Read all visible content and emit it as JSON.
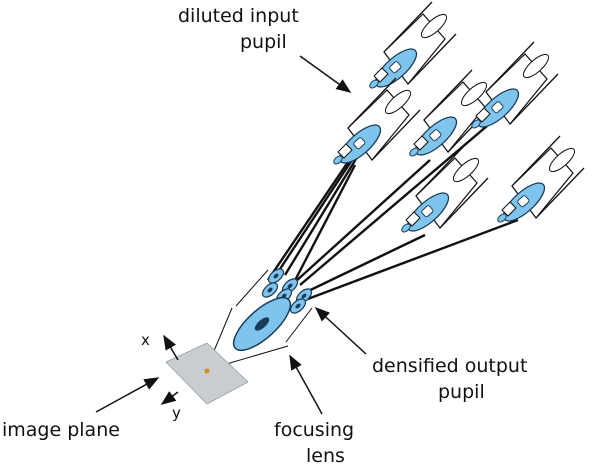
{
  "labels": {
    "input_pupil_line1": "diluted input",
    "input_pupil_line2": "pupil",
    "output_pupil_line1": "densified output",
    "output_pupil_line2": "pupil",
    "image_plane": "image plane",
    "focusing_lens_line1": "focusing",
    "focusing_lens_line2": "lens",
    "axis_x": "x",
    "axis_y": "y"
  },
  "colors": {
    "lens_blue": "#7fc4ec",
    "lens_stroke": "#1a3c5a",
    "plane_fill": "#c9cdd2",
    "focal_spot": "#e08a1a",
    "ink": "#111111"
  }
}
